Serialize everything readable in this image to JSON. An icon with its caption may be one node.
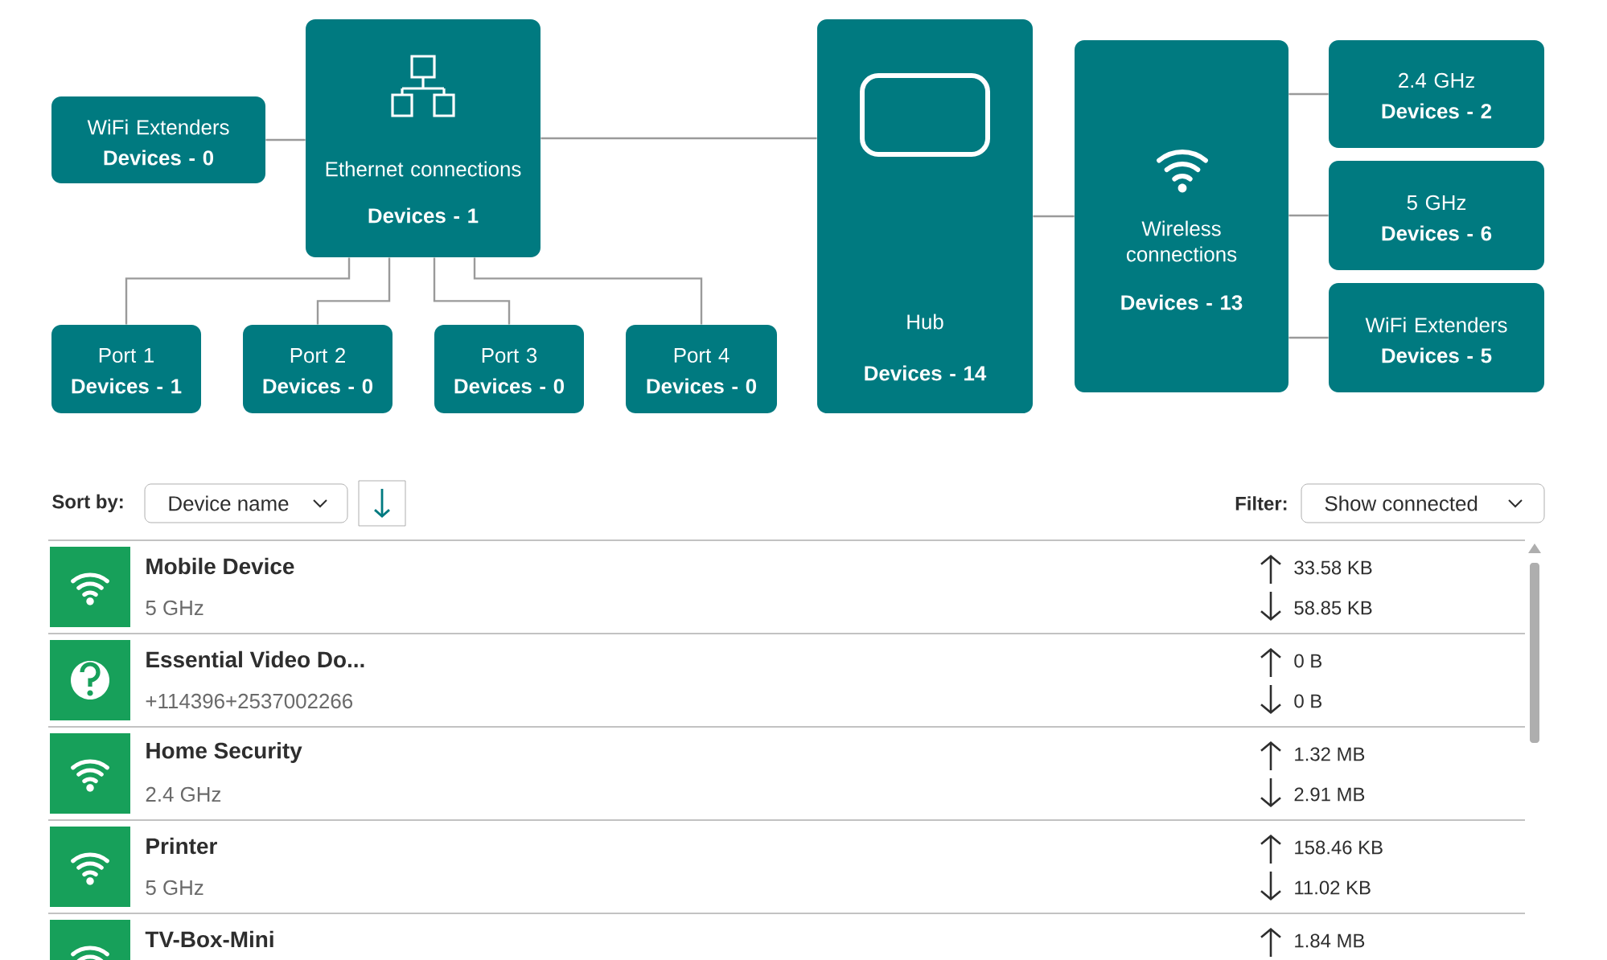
{
  "diagram": {
    "nodes": [
      {
        "text": [
          "WiFi Extenders",
          "Devices - 0"
        ]
      },
      {
        "text": [
          "Ethernet connections",
          "Devices - 1"
        ]
      },
      {
        "text": [
          "Port 1",
          "Devices - 1"
        ]
      },
      {
        "text": [
          "Port 2",
          "Devices - 0"
        ]
      },
      {
        "text": [
          "Port 3",
          "Devices - 0"
        ]
      },
      {
        "text": [
          "Port 4",
          "Devices - 0"
        ]
      },
      {
        "text": [
          "Hub",
          "Devices - 14"
        ]
      },
      {
        "text": [
          "Wireless connections",
          "Devices - 13"
        ]
      },
      {
        "text": [
          "2.4 GHz",
          "Devices - 2"
        ]
      },
      {
        "text": [
          "5 GHz",
          "Devices - 6"
        ]
      },
      {
        "text": [
          "WiFi Extenders",
          "Devices - 5"
        ]
      }
    ],
    "edges": [
      {
        "from": 0,
        "to": 1,
        "arrow": "none"
      },
      {
        "from": 1,
        "to": 2,
        "arrow": "none"
      },
      {
        "from": 1,
        "to": 3,
        "arrow": "none"
      },
      {
        "from": 1,
        "to": 4,
        "arrow": "none"
      },
      {
        "from": 1,
        "to": 5,
        "arrow": "none"
      },
      {
        "from": 1,
        "to": 6,
        "arrow": "none"
      },
      {
        "from": 6,
        "to": 7,
        "arrow": "none"
      },
      {
        "from": 7,
        "to": 8,
        "arrow": "none"
      },
      {
        "from": 7,
        "to": 9,
        "arrow": "none"
      },
      {
        "from": 7,
        "to": 10,
        "arrow": "none"
      }
    ],
    "labels": [
      "Sort by:",
      "Device name",
      "Filter:",
      "Show connected",
      "Mobile Device",
      "33.58 KB",
      "5 GHz",
      "58.85 KB",
      "Essential Video Do...",
      "0 B",
      "+114396+2537002266",
      "0 B",
      "Home Security",
      "1.32 MB",
      "2.4 GHz",
      "2.91 MB",
      "Printer",
      "158.46 KB",
      "5 GHz",
      "11.02 KB",
      "TV-Box-Mini",
      "1.84 MB"
    ]
  }
}
